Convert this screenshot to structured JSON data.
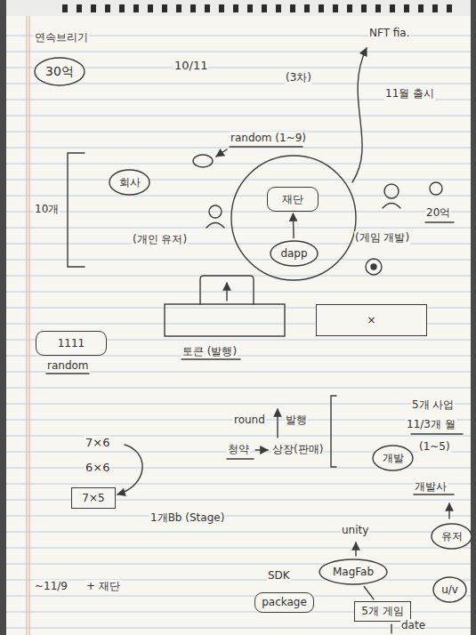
{
  "diagram": {
    "nodes": [
      {
        "text": [
          "30억"
        ]
      },
      {
        "text": [
          "회사"
        ]
      },
      {
        "text": [
          "재단"
        ]
      },
      {
        "text": [
          "dapp"
        ]
      },
      {
        "text": [
          "×"
        ]
      },
      {
        "text": [
          "1111"
        ]
      },
      {
        "text": [
          "7×5"
        ]
      },
      {
        "text": [
          "개발"
        ]
      },
      {
        "text": [
          "유저"
        ]
      },
      {
        "text": [
          "MagFab"
        ]
      },
      {
        "text": [
          "package"
        ]
      },
      {
        "text": [
          "5개 게임"
        ]
      },
      {
        "text": [
          "u/v"
        ]
      }
    ],
    "edges": [
      {
        "from": 3,
        "to": 2,
        "arrow": "to"
      },
      {
        "from": 11,
        "to": 9,
        "arrow": "none"
      }
    ],
    "labels": [
      "연속브리기",
      "10/11",
      "(3차)",
      "NFT fia.",
      "11월 출시",
      "random (1~9)",
      "10개",
      "(개인 유저)",
      "(게임 개발)",
      "20억",
      "토큰 (발행)",
      "random",
      "round",
      "발행",
      "청약",
      "상장(판매)",
      "5개 사업",
      "11/3개 월",
      "(1~5)",
      "개발사",
      "7×6",
      "6×6",
      "1개Bb (Stage)",
      "unity",
      "SDK",
      "~11/9",
      "+ 재단",
      "date"
    ]
  }
}
